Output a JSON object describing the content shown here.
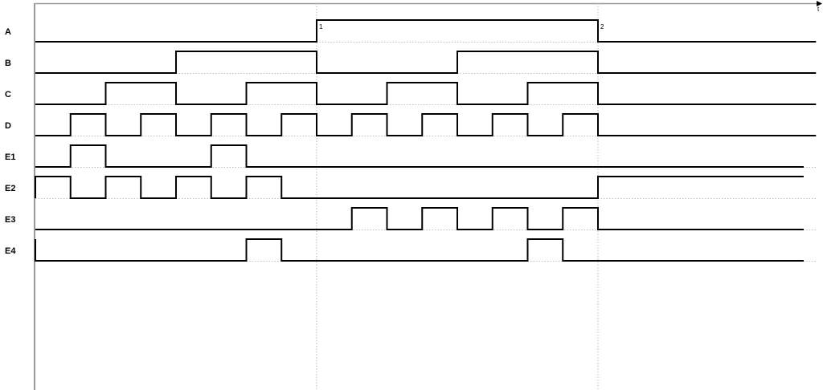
{
  "chart_data": {
    "type": "timing-diagram",
    "axis_label": "t",
    "time_range": [
      0,
      22
    ],
    "markers": [
      {
        "label": "1",
        "t": 8
      },
      {
        "label": "2",
        "t": 16
      }
    ],
    "signals": [
      {
        "name": "A",
        "init": 0,
        "edges": [
          8,
          16
        ],
        "end": 22.2
      },
      {
        "name": "B",
        "init": 0,
        "edges": [
          4,
          8,
          12,
          16
        ],
        "end": 22.2
      },
      {
        "name": "C",
        "init": 0,
        "edges": [
          2,
          4,
          6,
          8,
          10,
          12,
          14,
          16
        ],
        "end": 22.2
      },
      {
        "name": "D",
        "init": 0,
        "edges": [
          1,
          2,
          3,
          4,
          5,
          6,
          7,
          8,
          9,
          10,
          11,
          12,
          13,
          14,
          15,
          16
        ],
        "end": 22.2
      },
      {
        "name": "E1",
        "init": 0,
        "edges": [
          1,
          2,
          5,
          6
        ],
        "end": 21.85
      },
      {
        "name": "E2",
        "init": 0,
        "edges": [
          0,
          1,
          2,
          3,
          4,
          5,
          6,
          7,
          16
        ],
        "end": 21.85
      },
      {
        "name": "E3",
        "init": 0,
        "edges": [
          9,
          10,
          11,
          12,
          13,
          14,
          15,
          16
        ],
        "end": 21.85
      },
      {
        "name": "E4",
        "init": 0,
        "edges": [
          0,
          0,
          6,
          7,
          14,
          15
        ],
        "end": 21.85
      }
    ],
    "colors": {
      "trace": "#000000",
      "axis": "#999999",
      "grid": "#aaaaaa"
    }
  }
}
